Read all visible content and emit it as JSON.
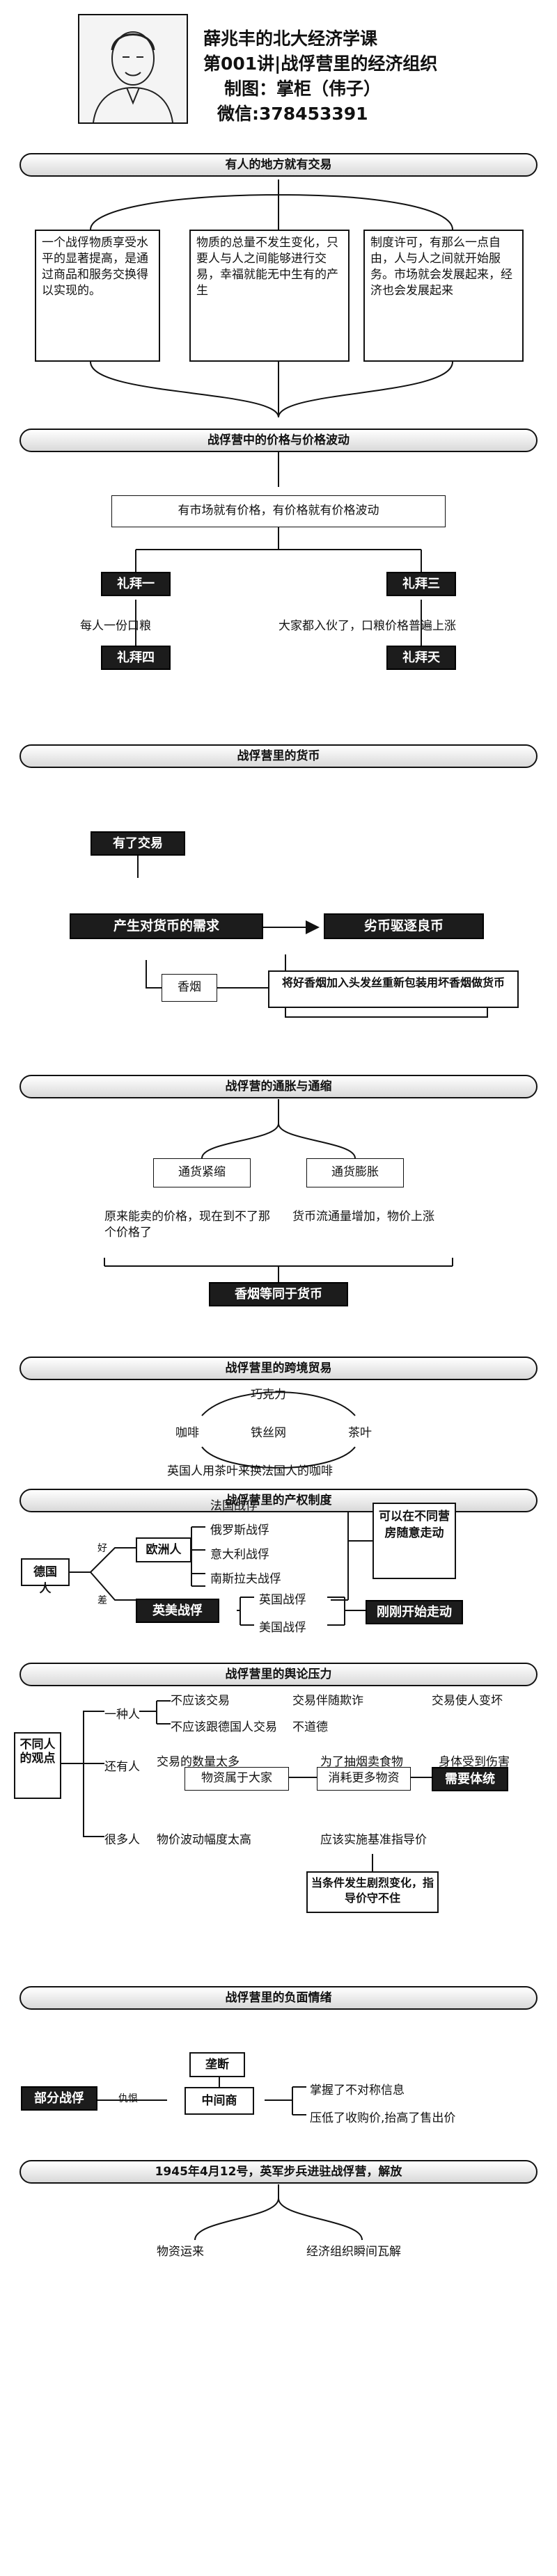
{
  "header": {
    "title": "薛兆丰的北大经济学课",
    "lecture": "第001讲|战俘营里的经济组织",
    "author": "制图：掌柜（伟子）",
    "wechat": "微信:378453391"
  },
  "s1": {
    "title": "有人的地方就有交易",
    "box1": "一个战俘物质享受水平的显著提高，是通过商品和服务交换得以实现的。",
    "box2": "物质的总量不发生变化，只要人与人之间能够进行交易，幸福就能无中生有的产生",
    "box3": "制度许可，有那么一点自由，人与人之间就开始服务。市场就会发展起来，经济也会发展起来"
  },
  "s2": {
    "title": "战俘营中的价格与价格波动",
    "main": "有市场就有价格，有价格就有价格波动",
    "mon": "礼拜一",
    "mon_note": "每人一份口粮",
    "wed": "礼拜三",
    "wed_note": "大家都入伙了，口粮价格普遍上涨",
    "thu": "礼拜四",
    "sun": "礼拜天"
  },
  "s3": {
    "title": "战俘营里的货币",
    "trade": "有了交易",
    "demand": "产生对货币的需求",
    "bad_money": "劣币驱逐良币",
    "cigarette": "香烟",
    "note": "将好香烟加入头发丝重新包装用坏香烟做货币"
  },
  "s4": {
    "title": "战俘营的通胀与通缩",
    "deflation": "通货紧缩",
    "inflation": "通货膨胀",
    "deflation_note": "原来能卖的价格，现在到不了那个价格了",
    "inflation_note": "货币流通量增加，物价上涨",
    "result": "香烟等同于货币"
  },
  "s5": {
    "title": "战俘营里的跨境贸易",
    "top": "巧克力",
    "left": "咖啡",
    "center": "铁丝网",
    "right": "茶叶",
    "bottom": "英国人用茶叶来换法国人的咖啡"
  },
  "s6": {
    "title": "战俘营里的产权制度",
    "germans": "德国人",
    "label_good": "好",
    "label_bad": "差",
    "europe": "欧洲人",
    "anglo": "英美战俘",
    "europe_items": [
      "法国战俘",
      "俄罗斯战俘",
      "意大利战俘",
      "南斯拉夫战俘"
    ],
    "anglo_items": [
      "英国战俘",
      "美国战俘"
    ],
    "europe_result": "可以在不同营房随意走动",
    "anglo_result": "刚刚开始走动"
  },
  "s7": {
    "title": "战俘营里的舆论压力",
    "group": "不同人的观点",
    "some": "一种人",
    "others": "还有人",
    "many": "很多人",
    "r1": [
      "不应该交易",
      "交易伴随欺诈",
      "交易使人变坏"
    ],
    "r2": [
      "不应该跟德国人交易",
      "不道德"
    ],
    "r3": [
      "交易的数量太多",
      "为了抽烟卖食物",
      "身体受到伤害"
    ],
    "chain": [
      "物资属于大家",
      "消耗更多物资",
      "需要体统"
    ],
    "r4": [
      "物价波动幅度太高",
      "应该实施基准指导价"
    ],
    "note": "当条件发生剧烈变化，指导价守不住"
  },
  "s8": {
    "title": "战俘营里的负面情绪",
    "left": "部分战俘",
    "link": "仇恨",
    "middle": "中间商",
    "top": "垄断",
    "items": [
      "掌握了不对称信息",
      "压低了收购价,抬高了售出价"
    ]
  },
  "s9": {
    "title": "1945年4月12号，英军步兵进驻战俘营，解放",
    "left": "物资运来",
    "right": "经济组织瞬间瓦解"
  }
}
